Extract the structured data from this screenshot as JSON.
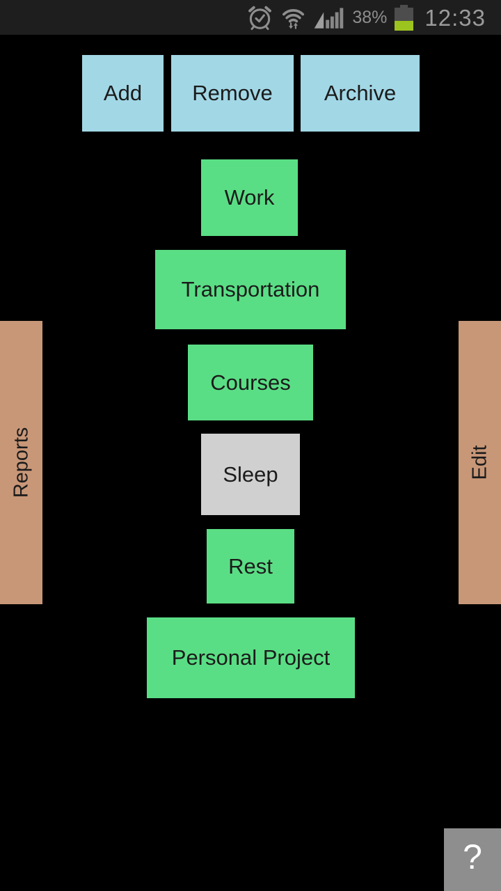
{
  "status_bar": {
    "time": "12:33",
    "battery_percent": "38%",
    "battery_level_pct": 40,
    "icons": {
      "alarm": "alarm-clock-icon",
      "wifi": "wifi-updown-icon",
      "signal": "signal-strength-icon",
      "battery": "battery-icon"
    },
    "colors": {
      "background": "#1e1e1e",
      "icon_gray": "#8e8e8e",
      "clock_gray": "#9b9b9b",
      "battery_green": "#9cc41e"
    }
  },
  "toolbar": {
    "add_label": "Add",
    "remove_label": "Remove",
    "archive_label": "Archive"
  },
  "activities": [
    {
      "label": "Work",
      "state": "active"
    },
    {
      "label": "Transportation",
      "state": "active"
    },
    {
      "label": "Courses",
      "state": "active"
    },
    {
      "label": "Sleep",
      "state": "inactive"
    },
    {
      "label": "Rest",
      "state": "active"
    },
    {
      "label": "Personal Project",
      "state": "active"
    }
  ],
  "side_buttons": {
    "reports_label": "Reports",
    "edit_label": "Edit"
  },
  "help_button": {
    "label": "?"
  },
  "colors": {
    "screen_background": "#000000",
    "toolbar_blue": "#a2d7e6",
    "activity_green": "#5ade85",
    "activity_inactive_gray": "#d0d0d0",
    "side_tan": "#c89778",
    "help_gray": "#8e8e8e",
    "button_text": "#1b1b1b"
  }
}
